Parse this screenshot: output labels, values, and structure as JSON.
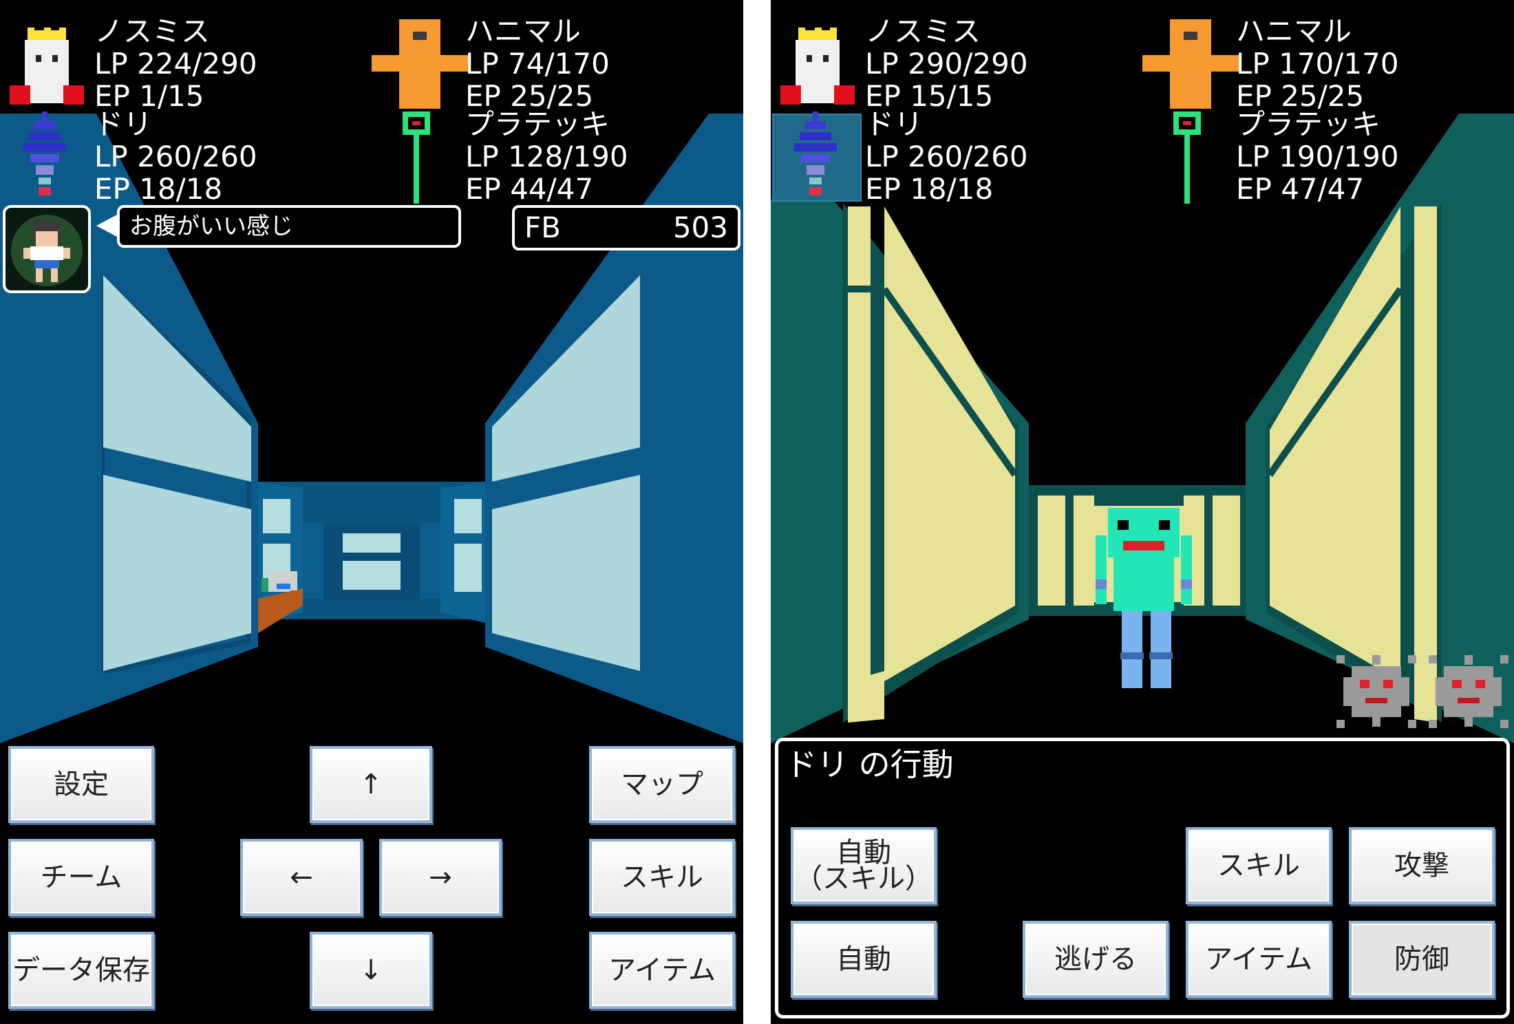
{
  "left": {
    "party": [
      {
        "name": "ノスミス",
        "lp": "LP 224/290",
        "ep": "EP 1/15"
      },
      {
        "name": "ハニマル",
        "lp": "LP 74/170",
        "ep": "EP 25/25"
      },
      {
        "name": "ドリ",
        "lp": "LP 260/260",
        "ep": "EP 18/18"
      },
      {
        "name": "プラテッキ",
        "lp": "LP 128/190",
        "ep": "EP 44/47"
      }
    ],
    "hunger_message": "お腹がいい感じ",
    "fb_label": "FB",
    "fb_value": "503",
    "buttons": {
      "settings": "設定",
      "team": "チーム",
      "save": "データ保存",
      "up": "↑",
      "left": "←",
      "right": "→",
      "down": "↓",
      "map": "マップ",
      "skill": "スキル",
      "item": "アイテム"
    }
  },
  "right": {
    "party": [
      {
        "name": "ノスミス",
        "lp": "LP 290/290",
        "ep": "EP 15/15"
      },
      {
        "name": "ハニマル",
        "lp": "LP 170/170",
        "ep": "EP 25/25"
      },
      {
        "name": "ドリ",
        "lp": "LP 260/260",
        "ep": "EP 18/18"
      },
      {
        "name": "プラテッキ",
        "lp": "LP 190/190",
        "ep": "EP 47/47"
      }
    ],
    "battle": {
      "title": "ドリ の行動",
      "auto_skill_line1": "自動",
      "auto_skill_line2": "（スキル）",
      "auto": "自動",
      "flee": "逃げる",
      "skill": "スキル",
      "item": "アイテム",
      "attack": "攻撃",
      "defend": "防御"
    }
  },
  "colors": {
    "left_wall": "#0b5a8a",
    "right_wall": "#0f5f5c",
    "shoji": "#e6e296",
    "enemy": "#22e6b8"
  }
}
